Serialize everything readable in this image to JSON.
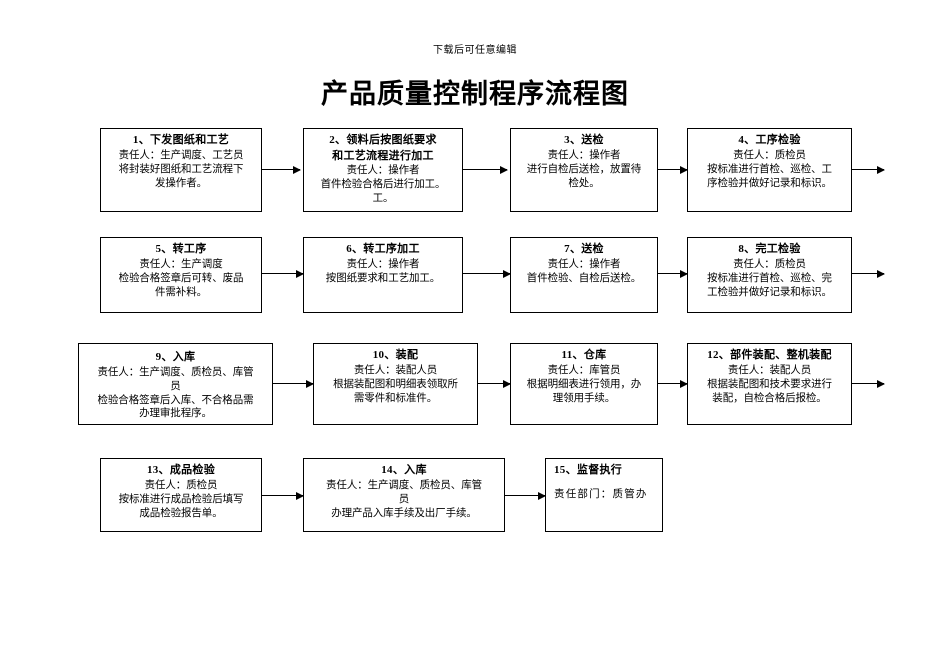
{
  "document": {
    "header_note": "下载后可任意编辑",
    "title": "产品质量控制程序流程图"
  },
  "flowchart": {
    "type": "process-flow",
    "direction": "left-to-right, wrapping rows",
    "nodes": [
      {
        "id": "n1",
        "title": "1、下发图纸和工艺",
        "lines": [
          "责任人：生产调度、工艺员",
          "将封装好图纸和工艺流程下",
          "发操作者。"
        ]
      },
      {
        "id": "n2",
        "title": "2、领料后按图纸要求",
        "title2": "和工艺流程进行加工",
        "lines": [
          "责任人：操作者",
          "首件检验合格后进行加工。",
          "工。"
        ]
      },
      {
        "id": "n3",
        "title": "3、送检",
        "lines": [
          "责任人：操作者",
          "进行自检后送检，放置待",
          "检处。"
        ]
      },
      {
        "id": "n4",
        "title": "4、工序检验",
        "lines": [
          "责任人：质检员",
          "按标准进行首检、巡检、工",
          "序检验并做好记录和标识。"
        ]
      },
      {
        "id": "n5",
        "title": "5、转工序",
        "lines": [
          "责任人：生产调度",
          "检验合格签章后可转、废品",
          "件需补料。"
        ]
      },
      {
        "id": "n6",
        "title": "6、转工序加工",
        "lines": [
          "责任人：操作者",
          "按图纸要求和工艺加工。"
        ]
      },
      {
        "id": "n7",
        "title": "7、送检",
        "lines": [
          "责任人：操作者",
          "首件检验、自检后送检。"
        ]
      },
      {
        "id": "n8",
        "title": "8、完工检验",
        "lines": [
          "责任人：质检员",
          "按标准进行首检、巡检、完",
          "工检验并做好记录和标识。"
        ]
      },
      {
        "id": "n9",
        "title": "9、入库",
        "lines": [
          "责任人：生产调度、质检员、库管",
          "员",
          "检验合格签章后入库、不合格品需",
          "办理审批程序。"
        ]
      },
      {
        "id": "n10",
        "title": "10、装配",
        "lines": [
          "责任人：装配人员",
          "根据装配图和明细表领取所",
          "需零件和标准件。"
        ]
      },
      {
        "id": "n11",
        "title": "11、仓库",
        "lines": [
          "责任人：库管员",
          "根据明细表进行领用，办",
          "理领用手续。"
        ]
      },
      {
        "id": "n12",
        "title": "12、部件装配、整机装配",
        "lines": [
          "责任人：装配人员",
          "根据装配图和技术要求进行",
          "装配，自检合格后报检。"
        ]
      },
      {
        "id": "n13",
        "title": "13、成品检验",
        "lines": [
          "责任人：质检员",
          "按标准进行成品检验后填写",
          "成品检验报告单。"
        ]
      },
      {
        "id": "n14",
        "title": "14、入库",
        "lines": [
          "责任人：生产调度、质检员、库管",
          "员",
          "办理产品入库手续及出厂手续。"
        ]
      },
      {
        "id": "n15",
        "title": "15、监督执行",
        "lines": [
          "责任部门：质管办"
        ]
      }
    ]
  },
  "colors": {
    "line": "#000000",
    "background": "#ffffff",
    "text": "#000000"
  }
}
